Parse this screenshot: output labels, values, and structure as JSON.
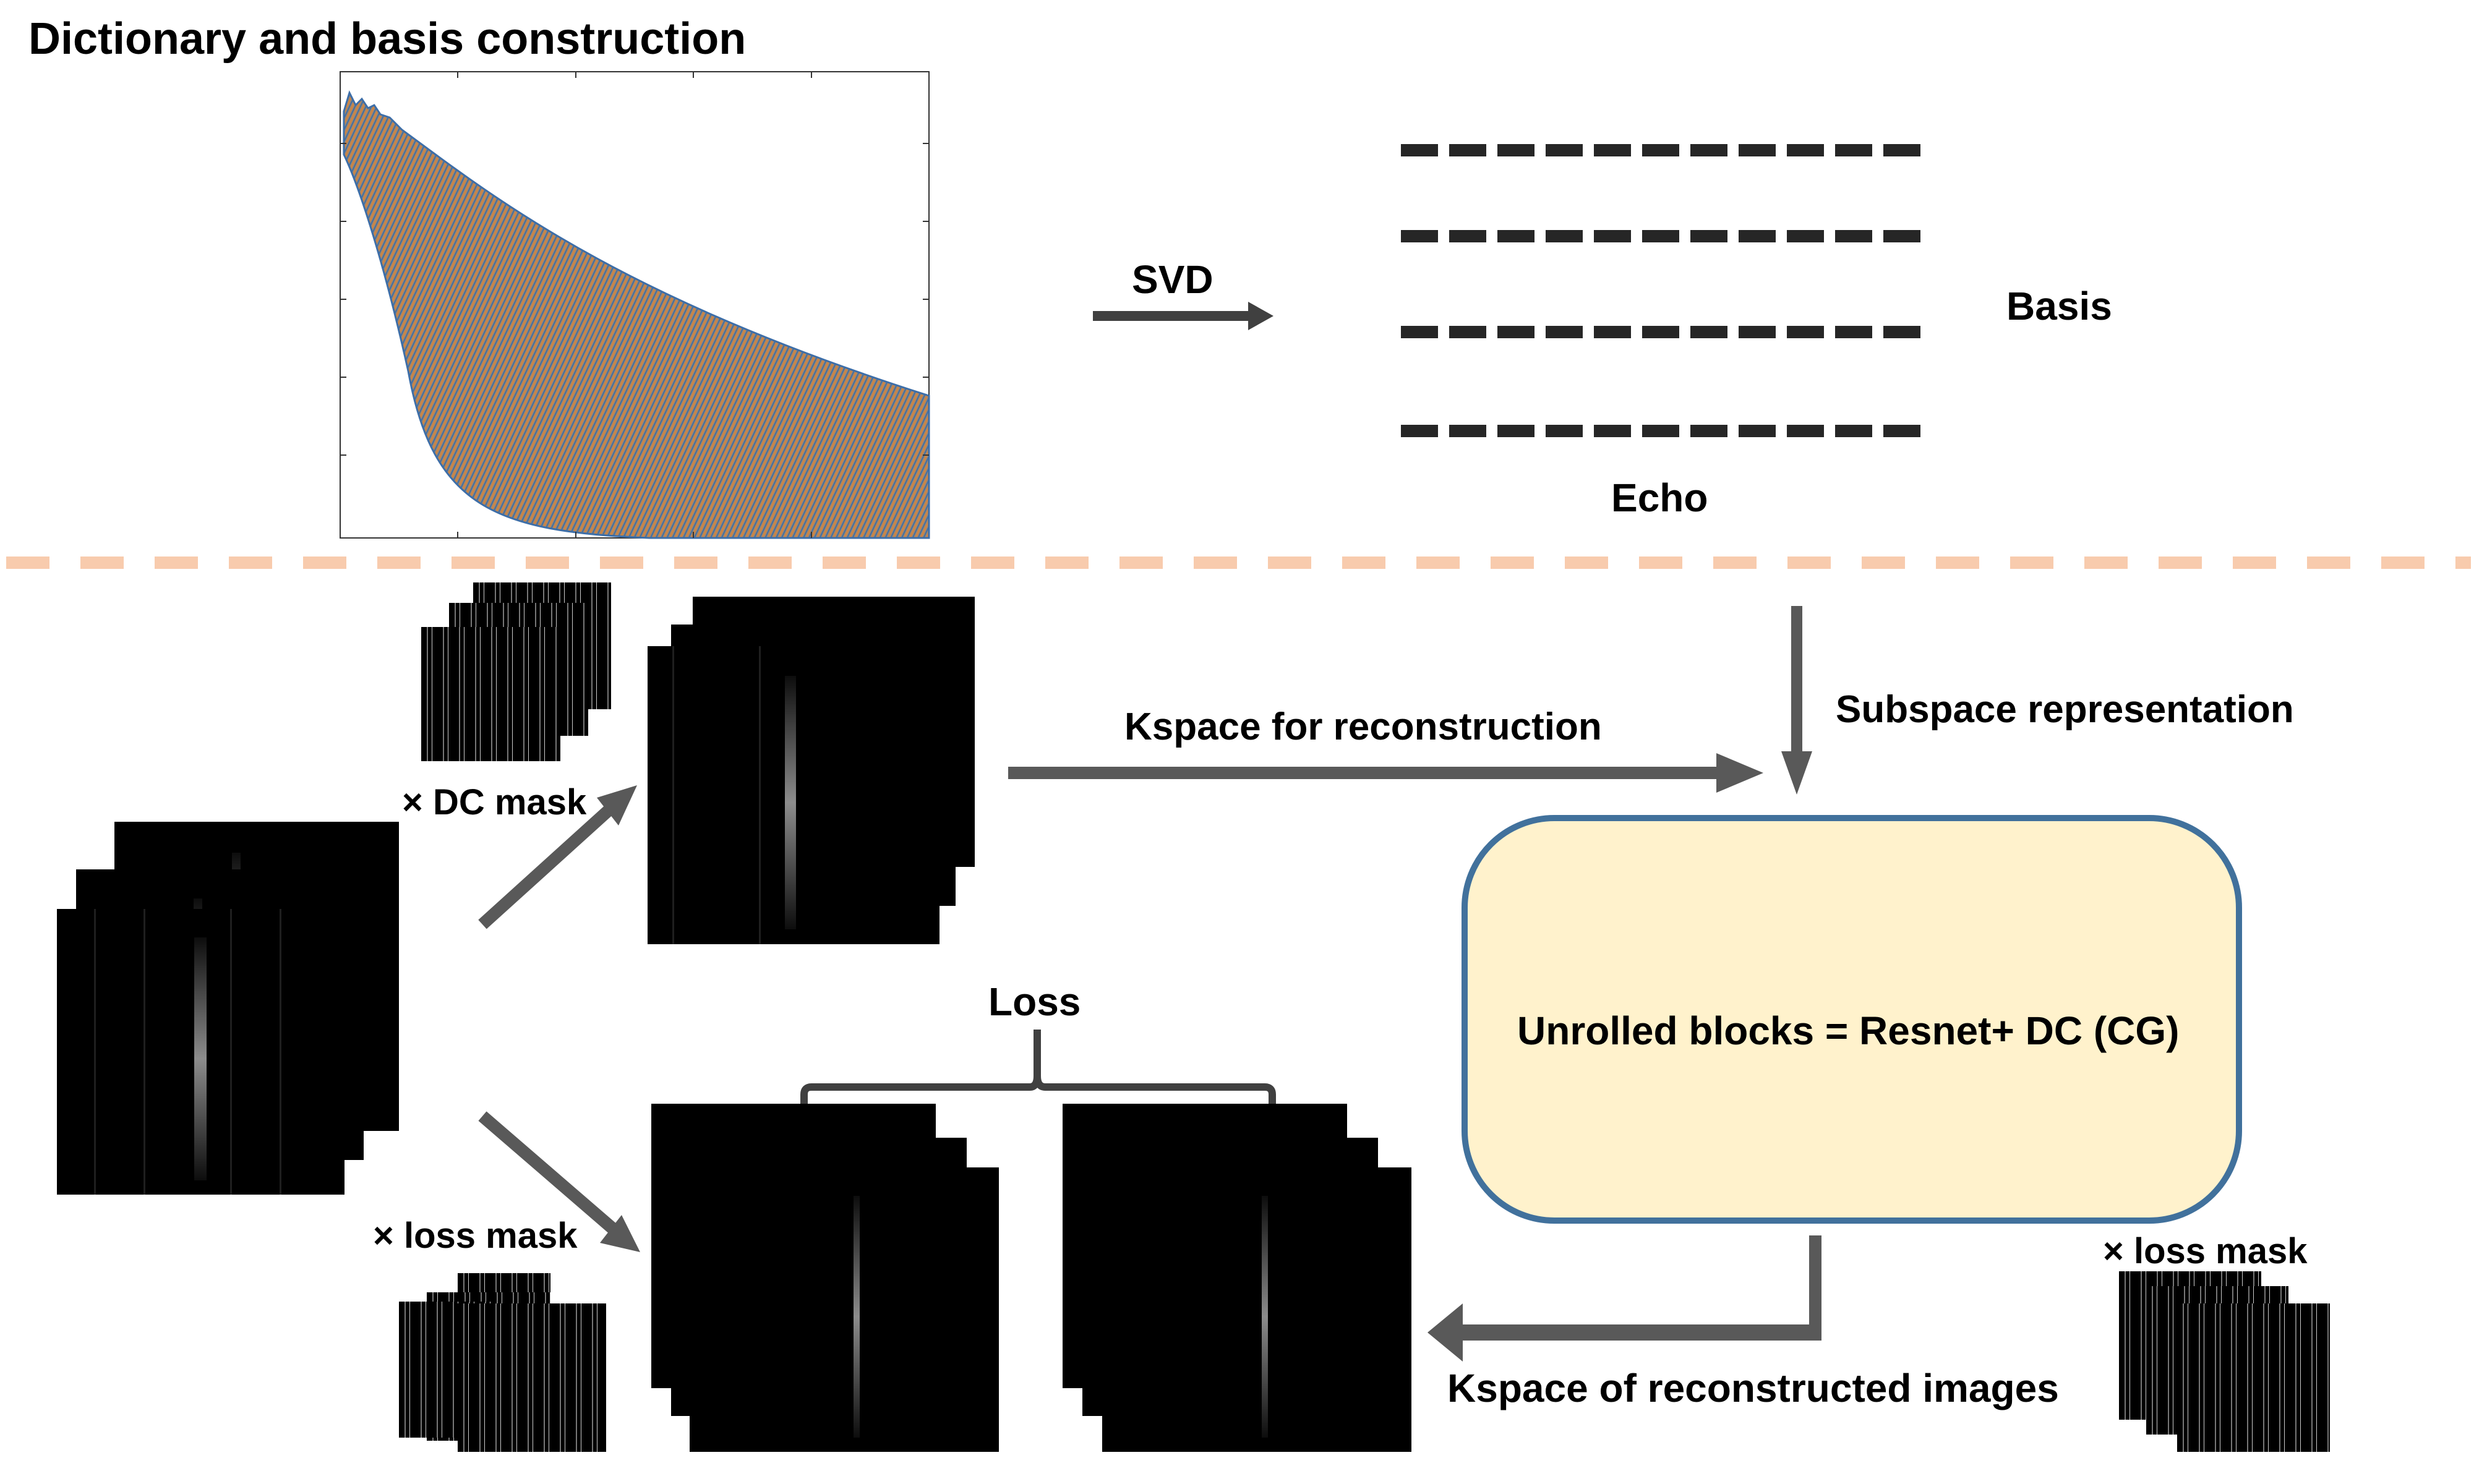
{
  "section_top": {
    "title": "Dictionary and basis construction",
    "svd_label": "SVD",
    "basis_label": "Basis",
    "echo_label": "Echo",
    "basis_count": 4
  },
  "section_bottom": {
    "dc_mask_label": "× DC mask",
    "loss_mask_label_left": "× loss mask",
    "loss_mask_label_right": "× loss mask",
    "kspace_recon_label": "Kspace for reconstruction",
    "subspace_label": "Subspace representation",
    "unrolled_label": "Unrolled blocks = Resnet+ DC (CG)",
    "loss_label": "Loss",
    "kspace_reconstructed_label": "Kspace of reconstructed images"
  },
  "colors": {
    "separator": "#f8cbad",
    "arrow": "#595959",
    "box_fill": "#fff2cc",
    "box_border": "#41719c",
    "basis_dash": "#262626"
  }
}
